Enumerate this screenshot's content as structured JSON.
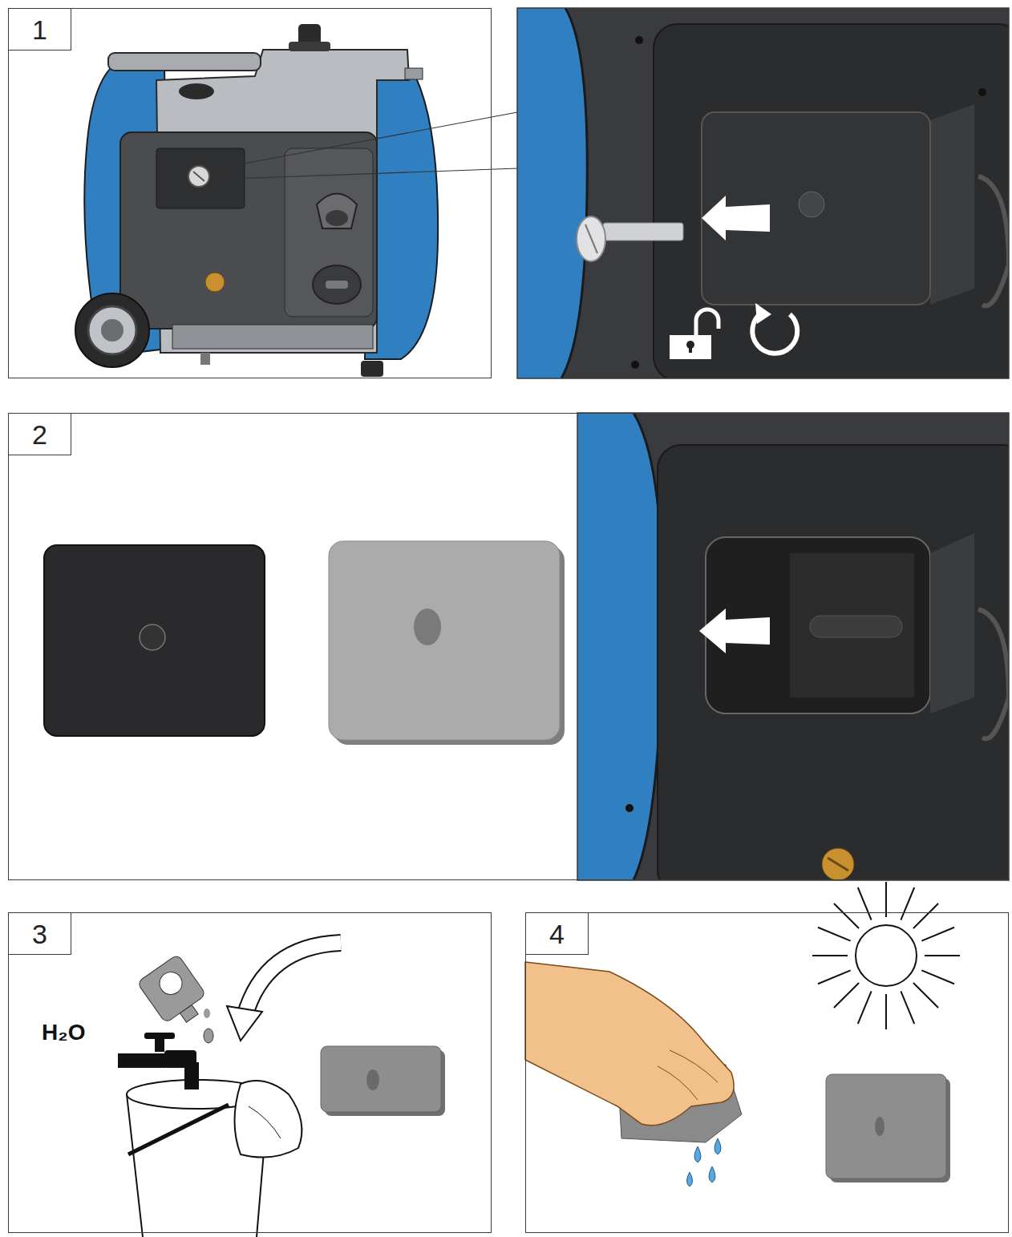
{
  "diagram": {
    "nodes": [
      {
        "text": [
          "1"
        ]
      },
      {
        "text": [
          "2"
        ]
      },
      {
        "text": [
          "3"
        ]
      },
      {
        "text": [
          "4"
        ]
      }
    ],
    "labels": [
      "H₂O"
    ]
  }
}
